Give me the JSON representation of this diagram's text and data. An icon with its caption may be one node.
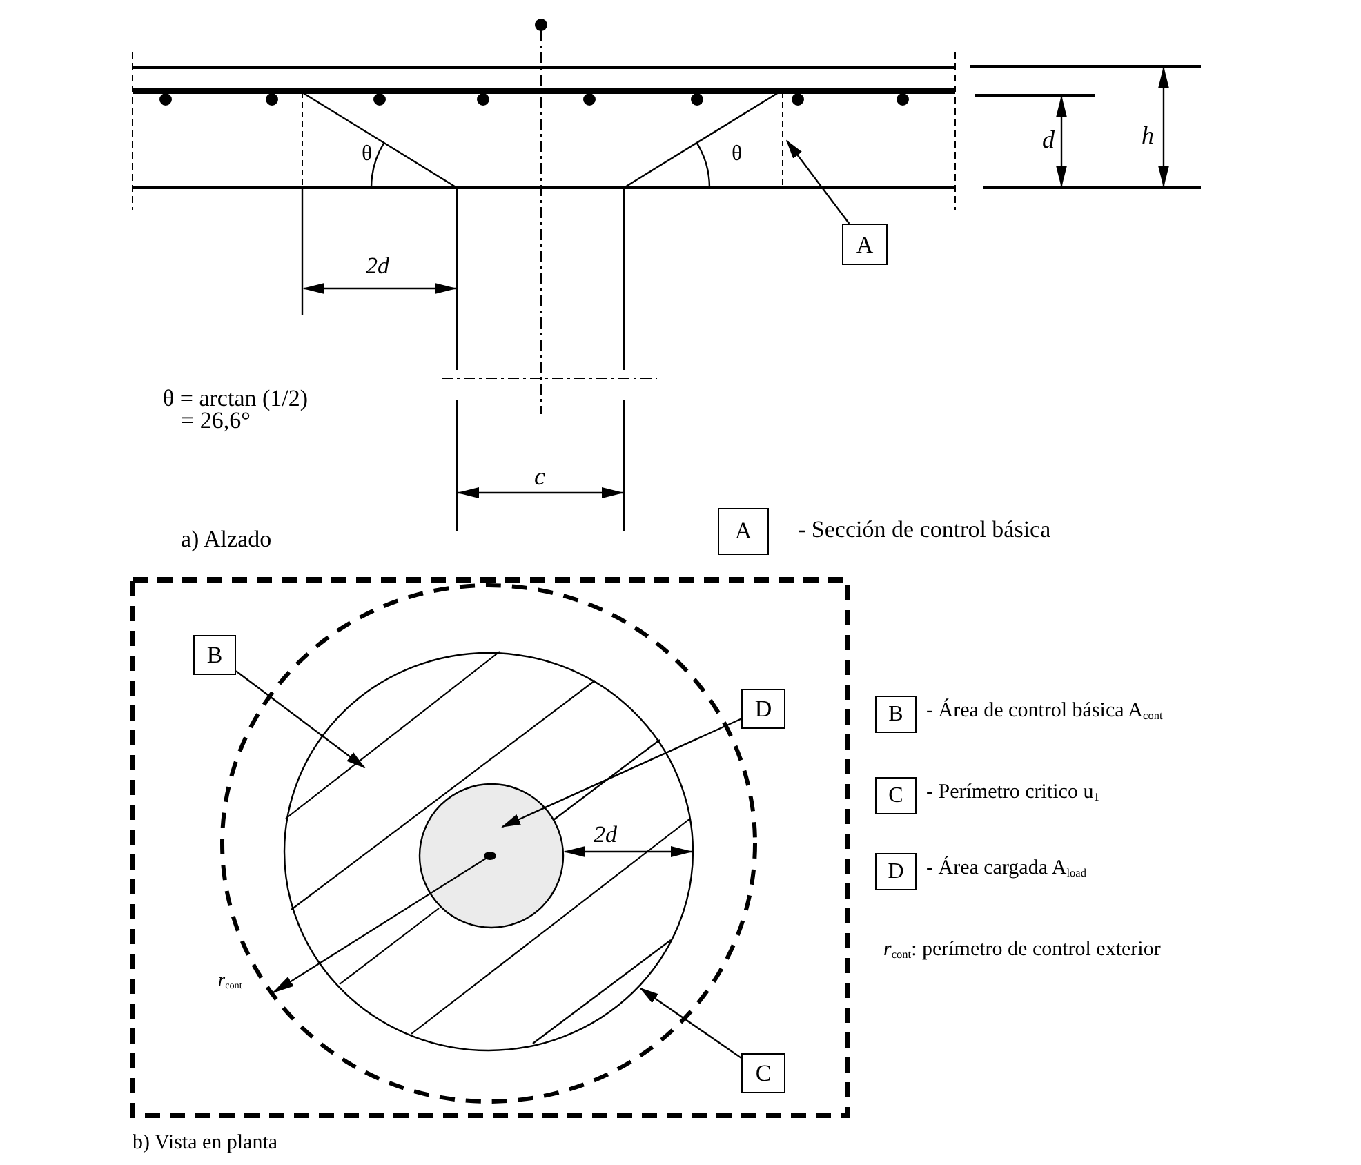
{
  "diagram": {
    "nodes": [
      {
        "text": [
          "A"
        ]
      },
      {
        "text": [
          "B"
        ]
      },
      {
        "text": [
          "C"
        ]
      },
      {
        "text": [
          "D"
        ]
      }
    ],
    "edges": [
      {
        "from": 0,
        "to": null,
        "arrow": "to"
      },
      {
        "from": 1,
        "to": null,
        "arrow": "to"
      },
      {
        "from": 2,
        "to": null,
        "arrow": "to"
      },
      {
        "from": 3,
        "to": null,
        "arrow": "to"
      }
    ],
    "labels": [
      "θ",
      "θ",
      "d",
      "h",
      "2d",
      "θ = arctan (1/2)",
      "= 26,6°",
      "c",
      "a) Alzado",
      "A",
      "- Sección de control básica",
      "2d",
      "*r*$_{cont}$",
      "B",
      "- Área de control básica A$_{cont}$",
      "C",
      "- Perímetro critico u$_{1}$",
      "D",
      "- Área cargada A$_{load}$",
      "*r*$_{cont}$: perímetro de control exterior",
      "b) Vista en planta"
    ]
  }
}
